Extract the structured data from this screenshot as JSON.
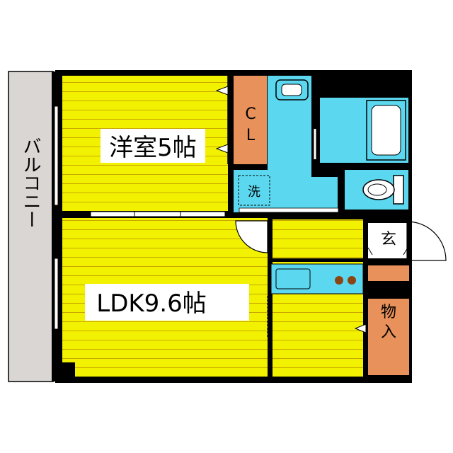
{
  "rooms": {
    "western_room": {
      "name": "洋室",
      "size": "5帖"
    },
    "ldk": {
      "name": "LDK",
      "size": "9.6帖"
    },
    "closet": {
      "line1": "C",
      "line2": "L"
    },
    "washroom": "洗",
    "balcony": "バルコニー",
    "entrance": "玄",
    "storage": {
      "line1": "物",
      "line2": "入"
    }
  },
  "colors": {
    "floor": "#F2F200",
    "floor_line": "#C8A800",
    "wet_area": "#5BD8F0",
    "storage": "#E8915A",
    "wall": "#000000",
    "balcony": "#D9D6D3",
    "fixture": "#8B4513"
  }
}
